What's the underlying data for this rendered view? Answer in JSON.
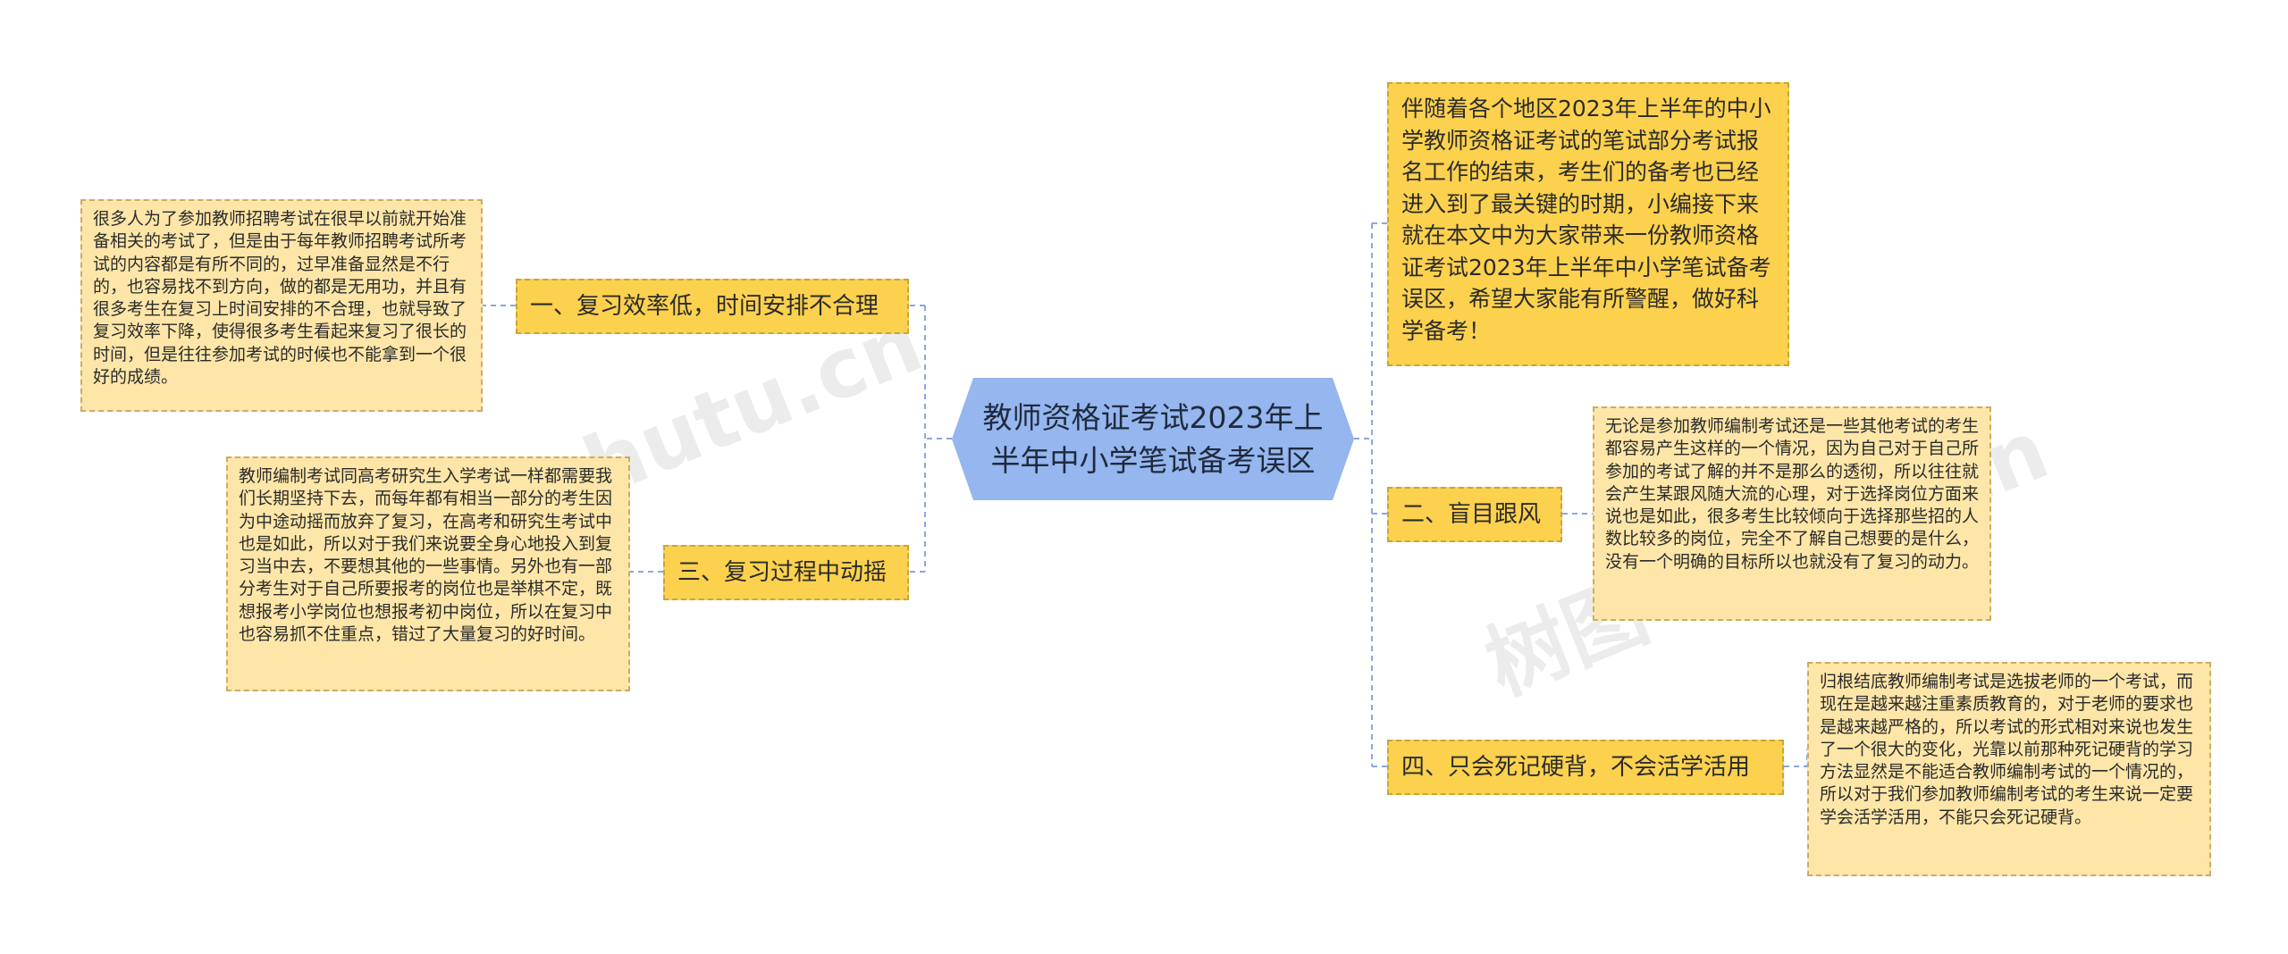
{
  "central": {
    "title": "教师资格证考试2023年上半年中小学笔试备考误区"
  },
  "intro": {
    "text": "伴随着各个地区2023年上半年的中小学教师资格证考试的笔试部分考试报名工作的结束，考生们的备考也已经进入到了最关键的时期，小编接下来就在本文中为大家带来一份教师资格证考试2023年上半年中小学笔试备考误区，希望大家能有所警醒，做好科学备考！"
  },
  "topics": [
    {
      "label": "一、复习效率低，时间安排不合理",
      "detail": "很多人为了参加教师招聘考试在很早以前就开始准备相关的考试了，但是由于每年教师招聘考试所考试的内容都是有所不同的，过早准备显然是不行的，也容易找不到方向，做的都是无用功，并且有很多考生在复习上时间安排的不合理，也就导致了复习效率下降，使得很多考生看起来复习了很长的时间，但是往往参加考试的时候也不能拿到一个很好的成绩。"
    },
    {
      "label": "三、复习过程中动摇",
      "detail": "教师编制考试同高考研究生入学考试一样都需要我们长期坚持下去，而每年都有相当一部分的考生因为中途动摇而放弃了复习，在高考和研究生考试中也是如此，所以对于我们来说要全身心地投入到复习当中去，不要想其他的一些事情。另外也有一部分考生对于自己所要报考的岗位也是举棋不定，既想报考小学岗位也想报考初中岗位，所以在复习中也容易抓不住重点，错过了大量复习的好时间。"
    },
    {
      "label": "二、盲目跟风",
      "detail": "无论是参加教师编制考试还是一些其他考试的考生都容易产生这样的一个情况，因为自己对于自己所参加的考试了解的并不是那么的透彻，所以往往就会产生某跟风随大流的心理，对于选择岗位方面来说也是如此，很多考生比较倾向于选择那些招的人数比较多的岗位，完全不了解自己想要的是什么，没有一个明确的目标所以也就没有了复习的动力。"
    },
    {
      "label": "四、只会死记硬背，不会活学活用",
      "detail": "归根结底教师编制考试是选拔老师的一个考试，而现在是越来越注重素质教育的，对于老师的要求也是越来越严格的，所以考试的形式相对来说也发生了一个很大的变化，光靠以前那种死记硬背的学习方法显然是不能适合教师编制考试的一个情况的，所以对于我们参加教师编制考试的考生来说一定要学会活学活用，不能只会死记硬背。"
    }
  ],
  "watermark": {
    "text": "树图 shutu.cn"
  },
  "colors": {
    "central": "#95b6ee",
    "topic": "#fcd14e",
    "leaf": "#fde6a8",
    "connector": "#8aa7e0"
  }
}
